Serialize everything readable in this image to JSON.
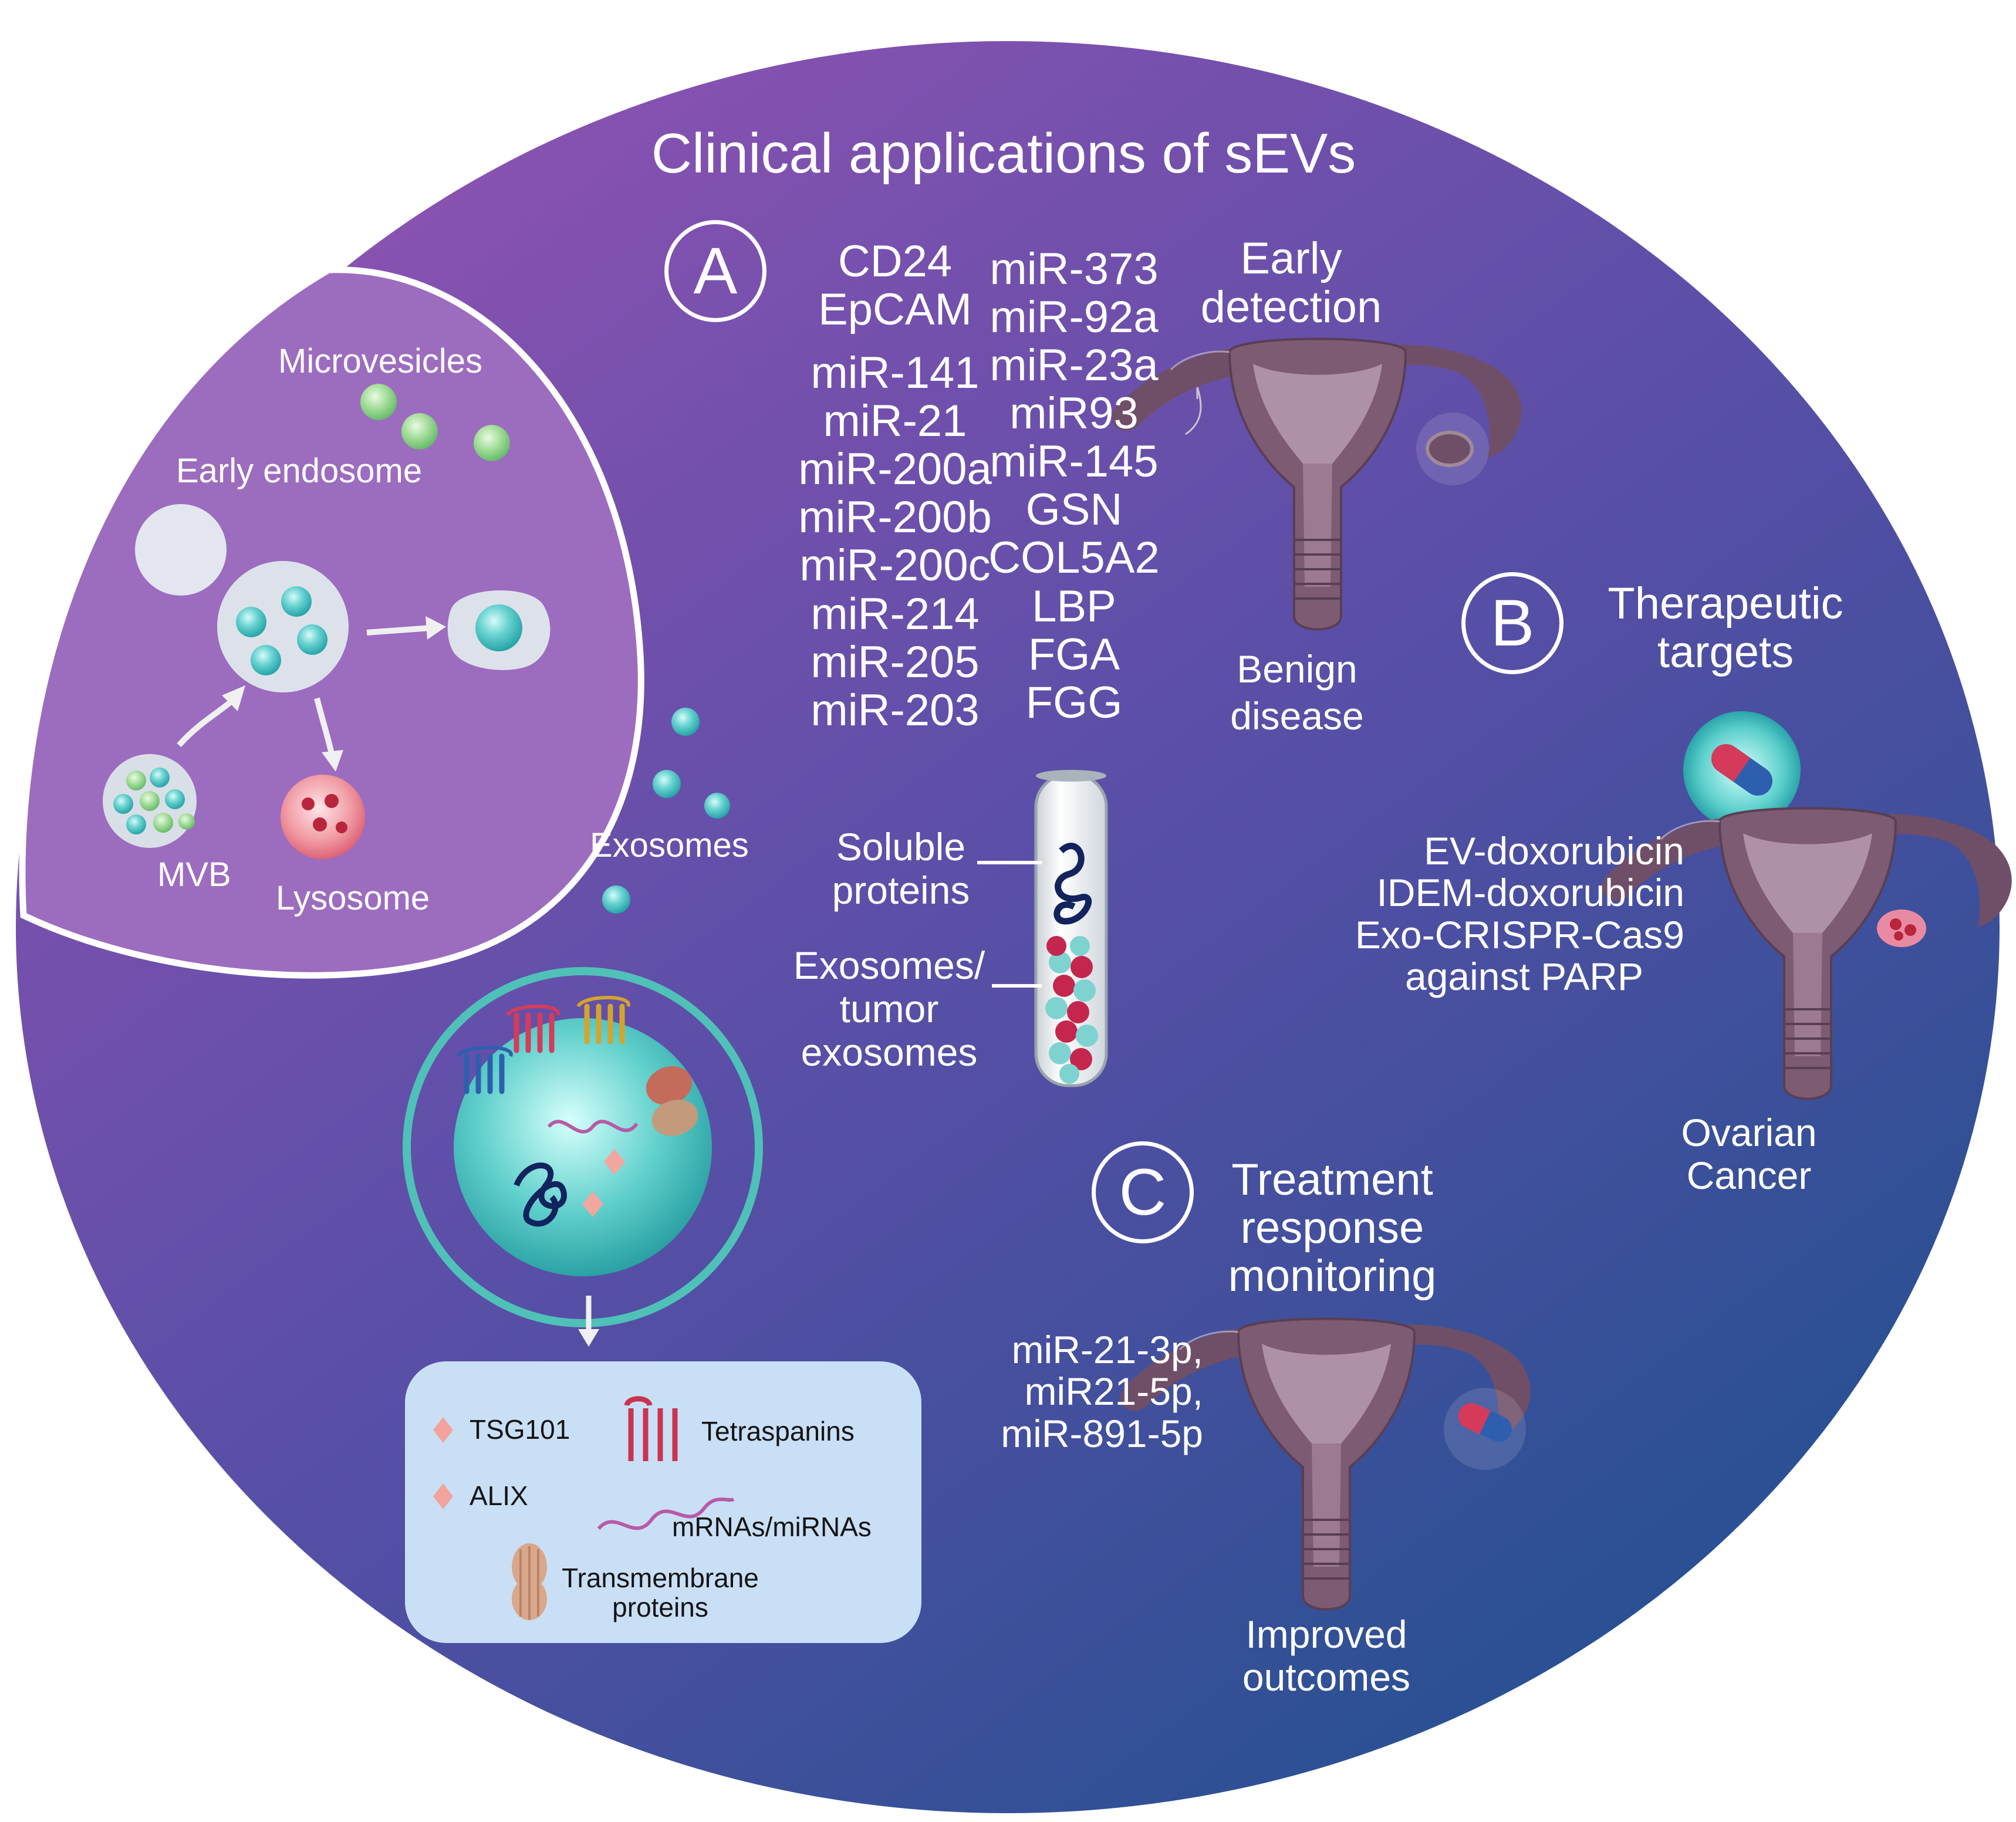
{
  "title": "Clinical applications of sEVs",
  "section_a": {
    "letter": "A",
    "heading_line1": "Early",
    "heading_line2": "detection",
    "col1": [
      "CD24",
      "EpCAM",
      "miR-141",
      "miR-21",
      "miR-200a",
      "miR-200b",
      "miR-200c",
      "miR-214",
      "miR-205",
      "miR-203"
    ],
    "col2": [
      "miR-373",
      "miR-92a",
      "miR-23a",
      "miR93",
      "miR-145",
      "GSN",
      "COL5A2",
      "LBP",
      "FGA",
      "FGG"
    ],
    "outcome_line1": "Benign",
    "outcome_line2": "disease"
  },
  "section_b": {
    "letter": "B",
    "heading_line1": "Therapeutic",
    "heading_line2": "targets",
    "items": [
      "EV-doxorubicin",
      "IDEM-doxorubicin",
      "Exo-CRISPR-Cas9",
      "against PARP"
    ],
    "outcome_line1": "Ovarian",
    "outcome_line2": "Cancer"
  },
  "section_c": {
    "letter": "C",
    "heading_line1": "Treatment",
    "heading_line2": "response",
    "heading_line3": "monitoring",
    "items": [
      "miR-21-3p,",
      "miR21-5p,",
      "miR-891-5p"
    ],
    "outcome_line1": "Improved",
    "outcome_line2": "outcomes"
  },
  "cell": {
    "microvesicles": "Microvesicles",
    "early_endosome": "Early endosome",
    "mvb": "MVB",
    "lysosome": "Lysosome"
  },
  "exosomes_label": "Exosomes",
  "tube": {
    "soluble_line1": "Soluble",
    "soluble_line2": "proteins",
    "exo_line1": "Exosomes/",
    "exo_line2": "tumor",
    "exo_line3": "exosomes"
  },
  "legend": {
    "tsg101": "TSG101",
    "alix": "ALIX",
    "tetraspanins": "Tetraspanins",
    "rnas": "mRNAs/miRNAs",
    "tm_line1": "Transmembrane",
    "tm_line2": "proteins"
  },
  "colors": {
    "bg_start": "#8a52b0",
    "bg_end": "#21508f",
    "teal": "#48c4c4",
    "crimson": "#cc2a55",
    "uterus": "#7c5b73",
    "legend_bg": "#c9dff6"
  }
}
